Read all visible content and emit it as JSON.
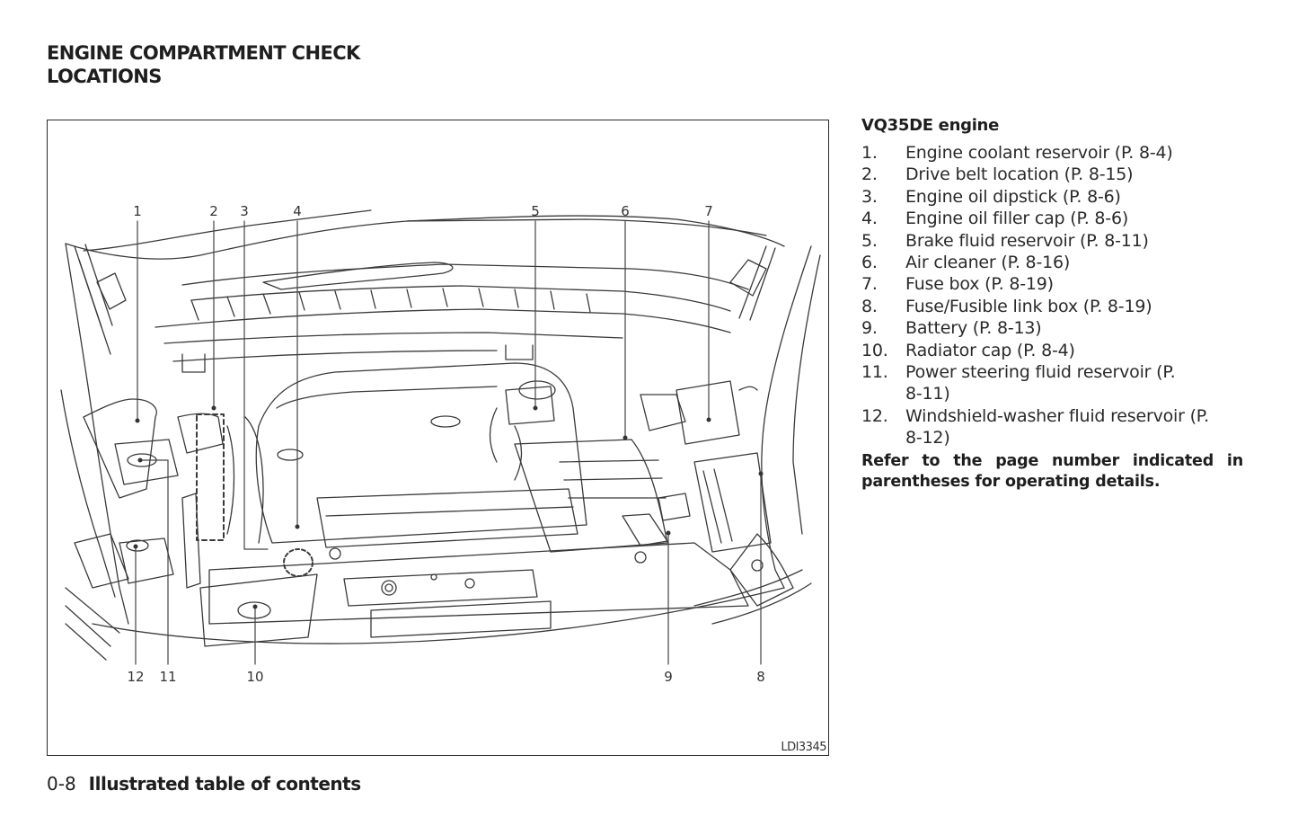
{
  "page": {
    "title_lines": [
      "ENGINE COMPARTMENT CHECK",
      "LOCATIONS"
    ],
    "footer": {
      "page_number": "0-8",
      "chapter_title": "Illustrated table of contents"
    }
  },
  "figure": {
    "code": "LDI3345",
    "subject": "engine-compartment-line-drawing",
    "callouts_top": [
      "1",
      "2",
      "3",
      "4",
      "5",
      "6",
      "7"
    ],
    "callouts_bottom": [
      "12",
      "11",
      "10",
      "9",
      "8"
    ],
    "dashed_highlights": [
      "drive-belt-location",
      "engine-oil-dipstick-area"
    ]
  },
  "legend": {
    "heading": "VQ35DE engine",
    "items": [
      {
        "num": "1.",
        "text": "Engine coolant reservoir (P. 8-4)"
      },
      {
        "num": "2.",
        "text": "Drive belt location (P. 8-15)"
      },
      {
        "num": "3.",
        "text": "Engine oil dipstick (P. 8-6)"
      },
      {
        "num": "4.",
        "text": "Engine oil filler cap (P. 8-6)"
      },
      {
        "num": "5.",
        "text": "Brake fluid reservoir (P. 8-11)"
      },
      {
        "num": "6.",
        "text": "Air cleaner (P. 8-16)"
      },
      {
        "num": "7.",
        "text": "Fuse box (P. 8-19)"
      },
      {
        "num": "8.",
        "text": "Fuse/Fusible link box (P. 8-19)"
      },
      {
        "num": "9.",
        "text": "Battery (P. 8-13)"
      },
      {
        "num": "10.",
        "text": "Radiator cap (P. 8-4)"
      },
      {
        "num": "11.",
        "text": "Power steering fluid reservoir (P. 8-11)"
      },
      {
        "num": "12.",
        "text": "Windshield-washer fluid reservoir (P. 8-12)"
      }
    ],
    "note": "Refer to the page number indicated in parentheses for operating details."
  },
  "colors": {
    "text": "#1e1e1e",
    "line_art": "#3a3a3a",
    "background": "#ffffff"
  }
}
